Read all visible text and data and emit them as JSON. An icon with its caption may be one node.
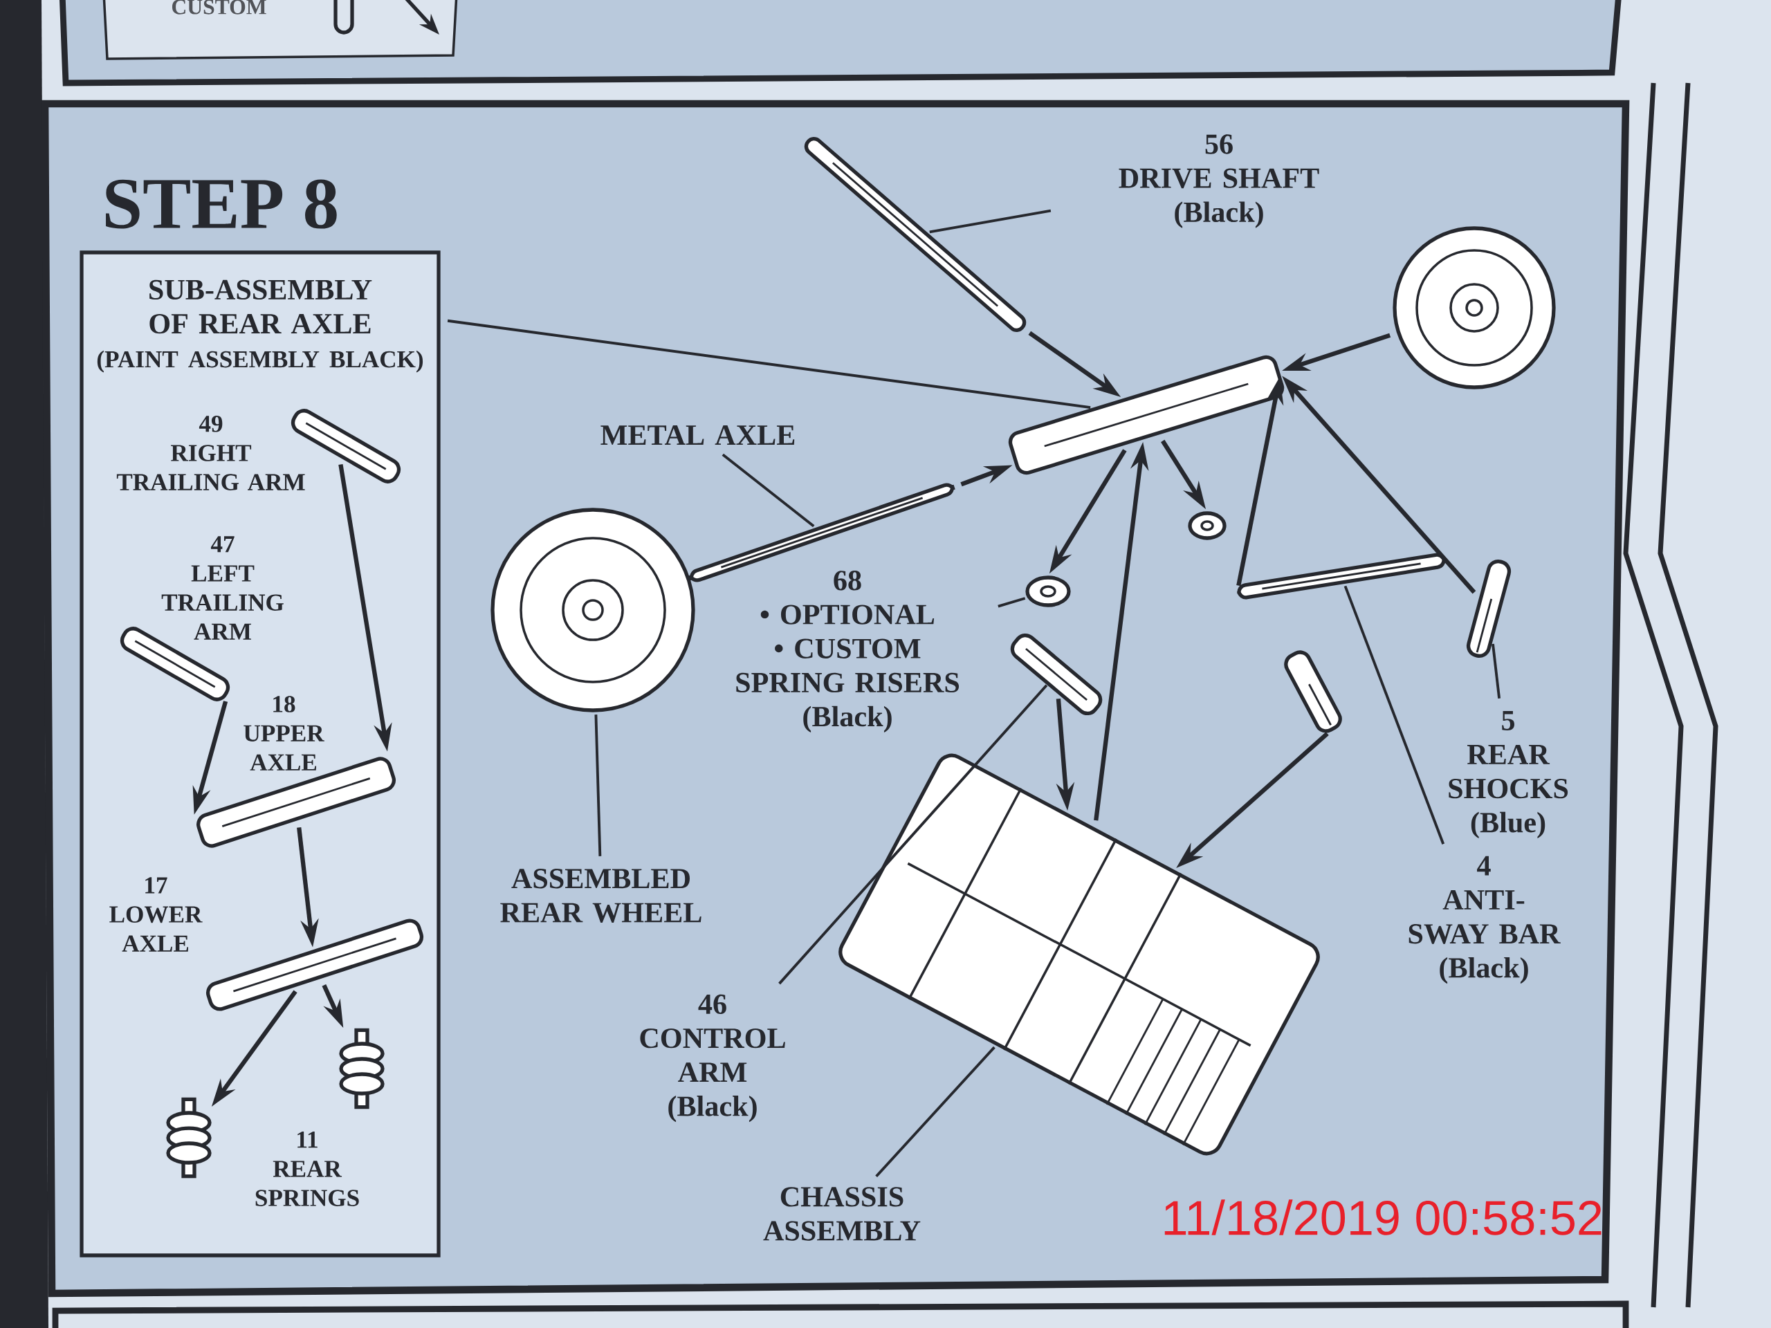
{
  "diagram": {
    "title": "STEP 8",
    "nodes": [
      {
        "text": [
          "SUB-ASSEMBLY OF REAR AXLE",
          "(PAINT ASSEMBLY BLACK)"
        ]
      },
      {
        "text": [
          "49",
          "RIGHT TRAILING ARM"
        ],
        "in": 0
      },
      {
        "text": [],
        "shape": "picture",
        "in": 0
      },
      {
        "text": [
          "47",
          "LEFT TRAILING ARM"
        ],
        "in": 0
      },
      {
        "text": [],
        "shape": "picture",
        "in": 0
      },
      {
        "text": [
          "18",
          "UPPER AXLE"
        ],
        "in": 0
      },
      {
        "text": [],
        "shape": "picture",
        "in": 0
      },
      {
        "text": [
          "17",
          "LOWER AXLE"
        ],
        "in": 0
      },
      {
        "text": [],
        "shape": "picture",
        "in": 0
      },
      {
        "text": [],
        "shape": "picture",
        "in": 0
      },
      {
        "text": [],
        "shape": "picture",
        "in": 0
      },
      {
        "text": [
          "11",
          "REAR SPRINGS"
        ],
        "in": 0
      },
      {
        "text": [
          "56",
          "DRIVE SHAFT",
          "(Black)"
        ]
      },
      {
        "text": [],
        "shape": "picture"
      },
      {
        "text": [],
        "shape": "picture"
      },
      {
        "text": [],
        "shape": "picture"
      },
      {
        "text": [
          "METAL AXLE"
        ]
      },
      {
        "text": [],
        "shape": "picture"
      },
      {
        "text": [],
        "shape": "picture"
      },
      {
        "text": [
          "ASSEMBLED REAR WHEEL"
        ]
      },
      {
        "text": [
          "68",
          "• OPTIONAL • CUSTOM SPRING RISERS",
          "(Black)"
        ]
      },
      {
        "text": [],
        "shape": "picture"
      },
      {
        "text": [],
        "shape": "picture"
      },
      {
        "text": [],
        "shape": "picture"
      },
      {
        "text": [
          "46",
          "CONTROL ARM",
          "(Black)"
        ]
      },
      {
        "text": [],
        "shape": "picture"
      },
      {
        "text": [
          "4",
          "ANTI-SWAY BAR",
          "(Black)"
        ]
      },
      {
        "text": [],
        "shape": "picture"
      },
      {
        "text": [],
        "shape": "picture"
      },
      {
        "text": [
          "5",
          "REAR SHOCKS",
          "(Blue)"
        ]
      },
      {
        "text": [],
        "shape": "picture"
      },
      {
        "text": [
          "CHASSIS ASSEMBLY"
        ]
      }
    ],
    "edges": [
      {
        "from": 2,
        "to": 6,
        "arrow": "to"
      },
      {
        "from": 4,
        "to": 6,
        "arrow": "to"
      },
      {
        "from": 6,
        "to": 8,
        "arrow": "to"
      },
      {
        "from": 8,
        "to": 9,
        "arrow": "to"
      },
      {
        "from": 8,
        "to": 10,
        "arrow": "to"
      },
      {
        "from": 0,
        "to": 14,
        "arrow": "none"
      },
      {
        "from": 12,
        "to": 13,
        "arrow": "none"
      },
      {
        "from": 13,
        "to": 14,
        "arrow": "to"
      },
      {
        "from": 15,
        "to": 14,
        "arrow": "to"
      },
      {
        "from": 16,
        "to": 17,
        "arrow": "none"
      },
      {
        "from": 17,
        "to": 14,
        "arrow": "to"
      },
      {
        "from": 19,
        "to": 18,
        "arrow": "none"
      },
      {
        "from": 20,
        "to": 21,
        "arrow": "none"
      },
      {
        "from": 14,
        "to": 21,
        "arrow": "to"
      },
      {
        "from": 14,
        "to": 22,
        "arrow": "to"
      },
      {
        "from": 24,
        "to": 23,
        "arrow": "none"
      },
      {
        "from": 23,
        "to": 30,
        "arrow": "to"
      },
      {
        "from": 26,
        "to": 25,
        "arrow": "none"
      },
      {
        "from": 25,
        "to": 14,
        "arrow": "to"
      },
      {
        "from": 29,
        "to": 27,
        "arrow": "none"
      },
      {
        "from": 27,
        "to": 14,
        "arrow": "to"
      },
      {
        "from": 28,
        "to": 30,
        "arrow": "to"
      },
      {
        "from": 30,
        "to": 14,
        "arrow": "to"
      },
      {
        "from": 31,
        "to": 30,
        "arrow": "none"
      }
    ],
    "labels": [
      "CUSTOM",
      "11/18/2019 00:58:52"
    ]
  }
}
